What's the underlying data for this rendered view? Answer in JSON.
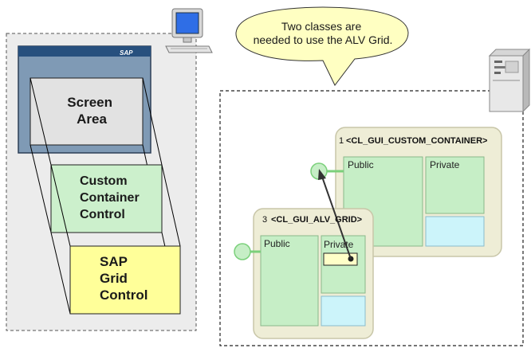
{
  "callout": {
    "line1": "Two classes are",
    "line2": "needed to use the ALV Grid."
  },
  "client": {
    "sap_logo": "SAP",
    "screen_label_1": "Screen",
    "screen_label_2": "Area",
    "custom_label_1": "Custom",
    "custom_label_2": "Container",
    "custom_label_3": "Control",
    "grid_label_1": "SAP",
    "grid_label_2": "Grid",
    "grid_label_3": "Control"
  },
  "server": {
    "container_class": {
      "number": "1",
      "name": "<CL_GUI_CUSTOM_CONTAINER>",
      "public": "Public",
      "private": "Private"
    },
    "grid_class": {
      "number": "3",
      "name": "<CL_GUI_ALV_GRID>",
      "public": "Public",
      "private": "Private"
    }
  },
  "icons": [
    "computer-icon",
    "server-icon"
  ],
  "colors": {
    "client_bg": "#ececec",
    "screen_blue": "#7f9ab5",
    "screen_inner": "#e2e2e2",
    "container_green": "#ccf0cc",
    "grid_yellow": "#ffff99",
    "class_bg": "#eeedd6",
    "section_green": "#c6eec6",
    "section_cyan": "#ccf4fa",
    "bubble_yellow": "#ffffc2"
  }
}
